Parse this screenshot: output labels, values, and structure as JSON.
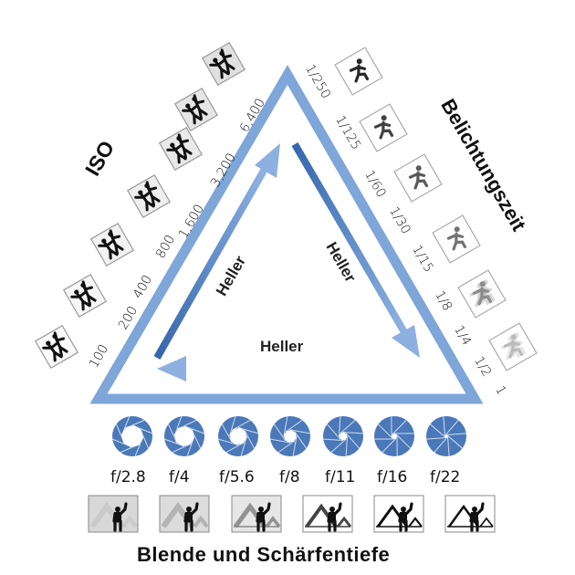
{
  "colors": {
    "outer_triangle": "#7fa6d9",
    "arrow_dark": "#3a6aae",
    "arrow_light": "#8db0e0",
    "aperture": "#4b78b8",
    "text": "#111111"
  },
  "iso": {
    "title": "ISO",
    "values": [
      "100",
      "200",
      "400",
      "800",
      "1,600",
      "3,200",
      "6,400"
    ],
    "icon": "dancers-icon"
  },
  "shutter": {
    "title": "Belichtungszeit",
    "values": [
      "1/250",
      "1/125",
      "1/60",
      "1/30",
      "1/15",
      "1/8",
      "1/4",
      "1/2",
      "1"
    ],
    "icon": "running-man-icon"
  },
  "aperture": {
    "title": "Blende und Schärfentiefe",
    "values": [
      "f/2.8",
      "f/4",
      "f/5.6",
      "f/8",
      "f/11",
      "f/16",
      "f/22"
    ],
    "icon": "aperture-icon",
    "dof_icon": "mountain-person-icon"
  },
  "arrows": {
    "left": "Heller",
    "right": "Heller",
    "bottom": "Heller"
  }
}
